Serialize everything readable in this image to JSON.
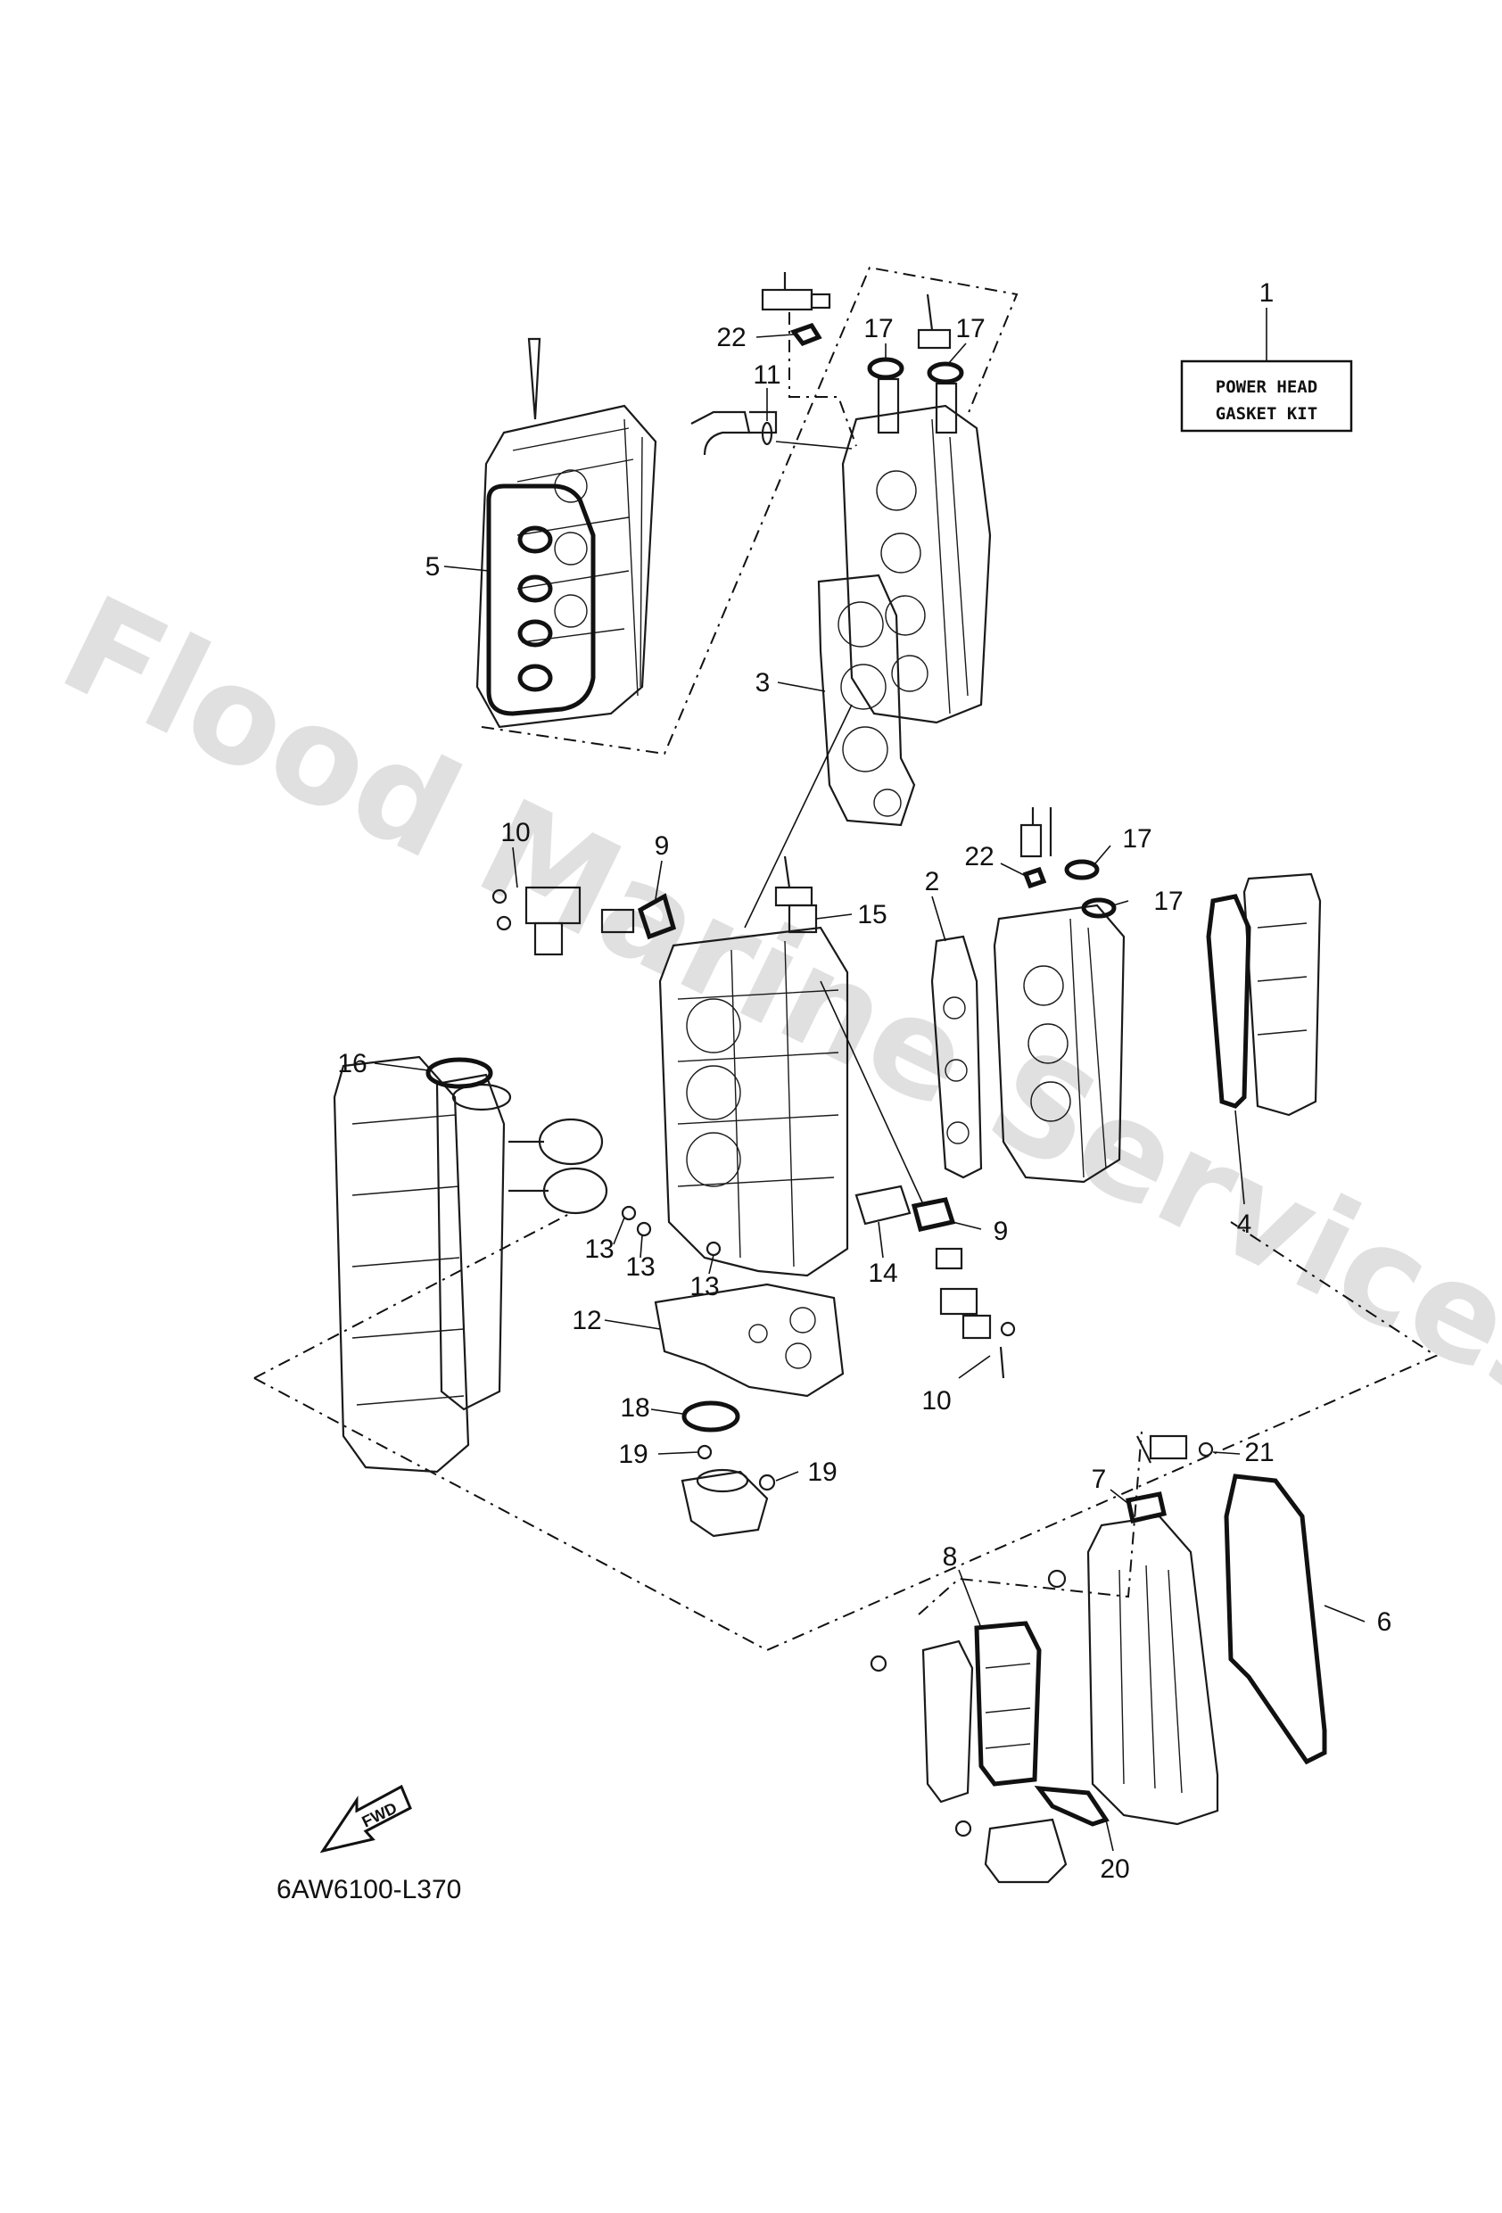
{
  "watermark": "Flood Marine Services",
  "kit_label": {
    "line1": "POWER HEAD",
    "line2": "GASKET KIT",
    "ref": "1"
  },
  "diagram_code": "6AW6100-L370",
  "fwd_label": "FWD",
  "callouts": [
    "22",
    "17",
    "17",
    "11",
    "5",
    "3",
    "10",
    "9",
    "15",
    "22",
    "17",
    "2",
    "17",
    "16",
    "4",
    "13",
    "13",
    "13",
    "14",
    "9",
    "12",
    "18",
    "10",
    "19",
    "19",
    "21",
    "7",
    "8",
    "6",
    "20"
  ]
}
